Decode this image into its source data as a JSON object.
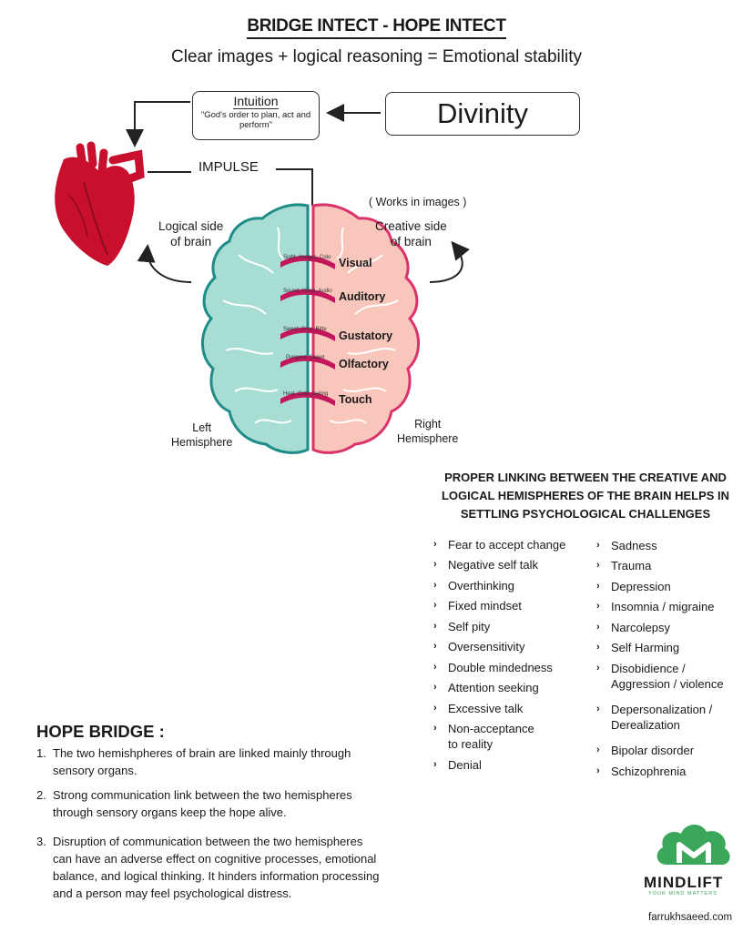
{
  "title": "BRIDGE INTECT - HOPE INTECT",
  "subtitle": "Clear images + logical reasoning = Emotional stability",
  "intuition": {
    "title": "Intuition",
    "quote": "\"God's order to plan, act and perform\""
  },
  "divinity": "Divinity",
  "impulse": "IMPULSE",
  "works_in_images": "( Works in images )",
  "logical_side": [
    "Logical side",
    "of brain"
  ],
  "creative_side": [
    "Creative side",
    "of brain"
  ],
  "left_hemisphere": [
    "Left",
    "Hemisphere"
  ],
  "right_hemisphere": [
    "Right",
    "Hemisphere"
  ],
  "senses": [
    {
      "label": "Visual",
      "link": "Sight, Images, Colo"
    },
    {
      "label": "Auditory",
      "link": "Sound, Voice, Audio"
    },
    {
      "label": "Gustatory",
      "link": "Sweet, Sour, Bitte"
    },
    {
      "label": "Olfactory",
      "link": "Pungent, Sweet"
    },
    {
      "label": "Touch",
      "link": "Heat, Cold, feeling"
    }
  ],
  "linking_heading": [
    "PROPER LINKING BETWEEN THE CREATIVE AND",
    "LOGICAL HEMISPHERES OF THE BRAIN HELPS IN",
    "SETTLING PSYCHOLOGICAL CHALLENGES"
  ],
  "challenges_left": [
    "Fear to accept change",
    "Negative self talk",
    "Overthinking",
    "Fixed mindset",
    "Self pity",
    "Oversensitivity",
    "Double mindedness",
    "Attention seeking",
    "Excessive talk",
    [
      "Non-acceptance",
      "to reality"
    ],
    "Denial"
  ],
  "challenges_right": [
    "Sadness",
    "Trauma",
    "Depression",
    "Insomnia / migraine",
    "Narcolepsy",
    "Self Harming",
    [
      "Disobidience /",
      "Aggression / violence"
    ],
    [
      "Depersonalization /",
      "Derealization"
    ],
    "Bipolar disorder",
    "Schizophrenia"
  ],
  "hope_bridge": {
    "title": "HOPE BRIDGE :",
    "points": [
      {
        "num": "1.",
        "lines": [
          "The two hemishpheres of brain are linked mainly through",
          "sensory organs."
        ]
      },
      {
        "num": "2.",
        "lines": [
          "Strong communication link between the two hemispheres",
          "through sensory organs keep the hope alive."
        ]
      },
      {
        "num": "3.",
        "lines": [
          "Disruption of communication between the two hemispheres",
          "can have an adverse effect on cognitive processes, emotional",
          "balance, and logical thinking. It hinders information processing",
          "and a person may feel psychological distress."
        ]
      }
    ]
  },
  "brand": {
    "name": "MINDLIFT",
    "tagline": "YOUR MIND MATTERS",
    "url": "farrukhsaeed.com"
  },
  "colors": {
    "left_brain": "#a8ddd3",
    "left_brain_stroke": "#1f8c88",
    "right_brain": "#f9c6bc",
    "right_brain_stroke": "#d9336a",
    "heart": "#c8102e",
    "ribbon": "#c2185b",
    "logo_green": "#3aa75a"
  }
}
